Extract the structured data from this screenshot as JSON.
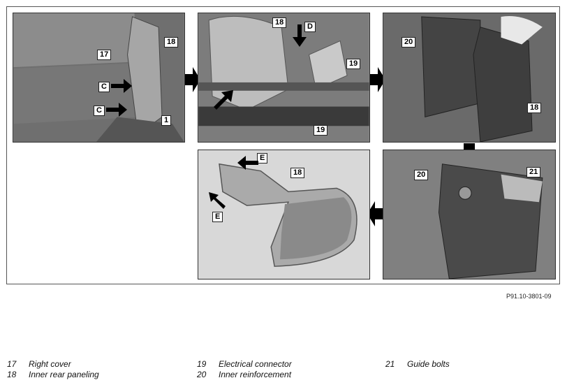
{
  "figure": {
    "reference": "P91.10-3801-09",
    "panels": [
      {
        "labels": [
          "17",
          "18",
          "C",
          "C",
          "1"
        ]
      },
      {
        "labels": [
          "18",
          "D",
          "19",
          "19"
        ]
      },
      {
        "labels": [
          "20",
          "18"
        ]
      },
      {
        "labels": [
          "E",
          "18",
          "E"
        ]
      },
      {
        "labels": [
          "20",
          "21"
        ]
      }
    ]
  },
  "legend": [
    {
      "num": "17",
      "text": "Right cover"
    },
    {
      "num": "18",
      "text": "Inner rear paneling"
    },
    {
      "num": "19",
      "text": "Electrical connector"
    },
    {
      "num": "20",
      "text": "Inner reinforcement"
    },
    {
      "num": "21",
      "text": "Guide bolts"
    }
  ]
}
